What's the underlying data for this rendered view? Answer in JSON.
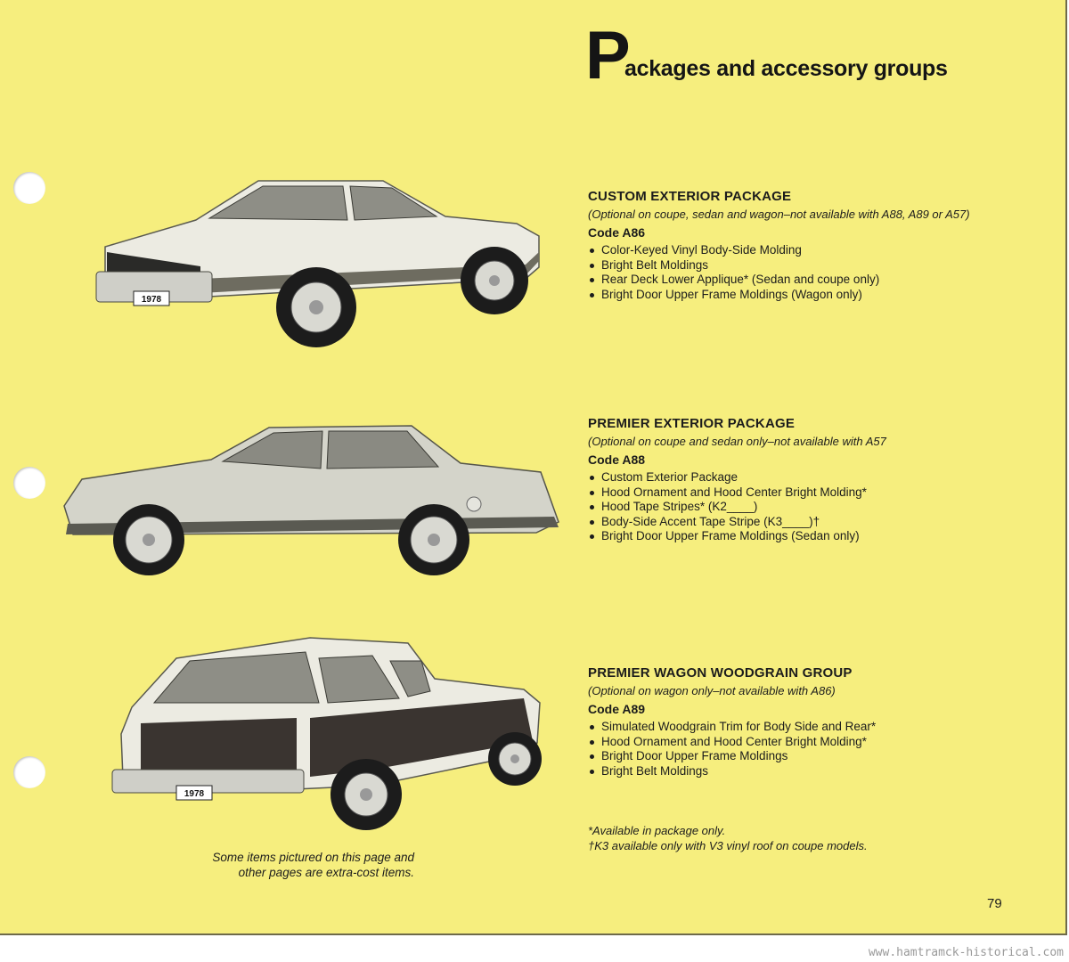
{
  "header": {
    "title_initial": "P",
    "title_rest": "ackages and accessory groups"
  },
  "packages": [
    {
      "title": "CUSTOM EXTERIOR PACKAGE",
      "note": "(Optional on coupe, sedan and wagon–not available with A88, A89 or A57)",
      "code": "Code A86",
      "items": [
        "Color-Keyed Vinyl Body-Side Molding",
        "Bright Belt Moldings",
        "Rear Deck Lower Applique* (Sedan and coupe only)",
        "Bright Door Upper Frame Moldings (Wagon only)"
      ]
    },
    {
      "title": "PREMIER EXTERIOR PACKAGE",
      "note": "(Optional on coupe and sedan only–not available with A57",
      "code": "Code A88",
      "items": [
        "Custom Exterior Package",
        "Hood Ornament and Hood Center Bright Molding*",
        "Hood Tape Stripes* (K2____)",
        "Body-Side Accent Tape Stripe (K3____)†",
        "Bright Door Upper Frame Moldings (Sedan only)"
      ]
    },
    {
      "title": "PREMIER WAGON WOODGRAIN GROUP",
      "note": "(Optional on wagon only–not available with A86)",
      "code": "Code A89",
      "items": [
        "Simulated Woodgrain Trim for Body Side and Rear*",
        "Hood Ornament and Hood Center Bright Molding*",
        "Bright Door Upper Frame Moldings",
        "Bright Belt Moldings"
      ]
    }
  ],
  "footnotes": {
    "line1": "*Available in package only.",
    "line2": "†K3 available only with V3 vinyl roof on coupe models."
  },
  "caption": {
    "line1": "Some items pictured on this page and",
    "line2": "other pages are extra-cost items."
  },
  "plates": {
    "sedan_rear": "1978",
    "wagon_rear": "1978"
  },
  "page_number": "79",
  "watermark": "www.hamtramck-historical.com"
}
